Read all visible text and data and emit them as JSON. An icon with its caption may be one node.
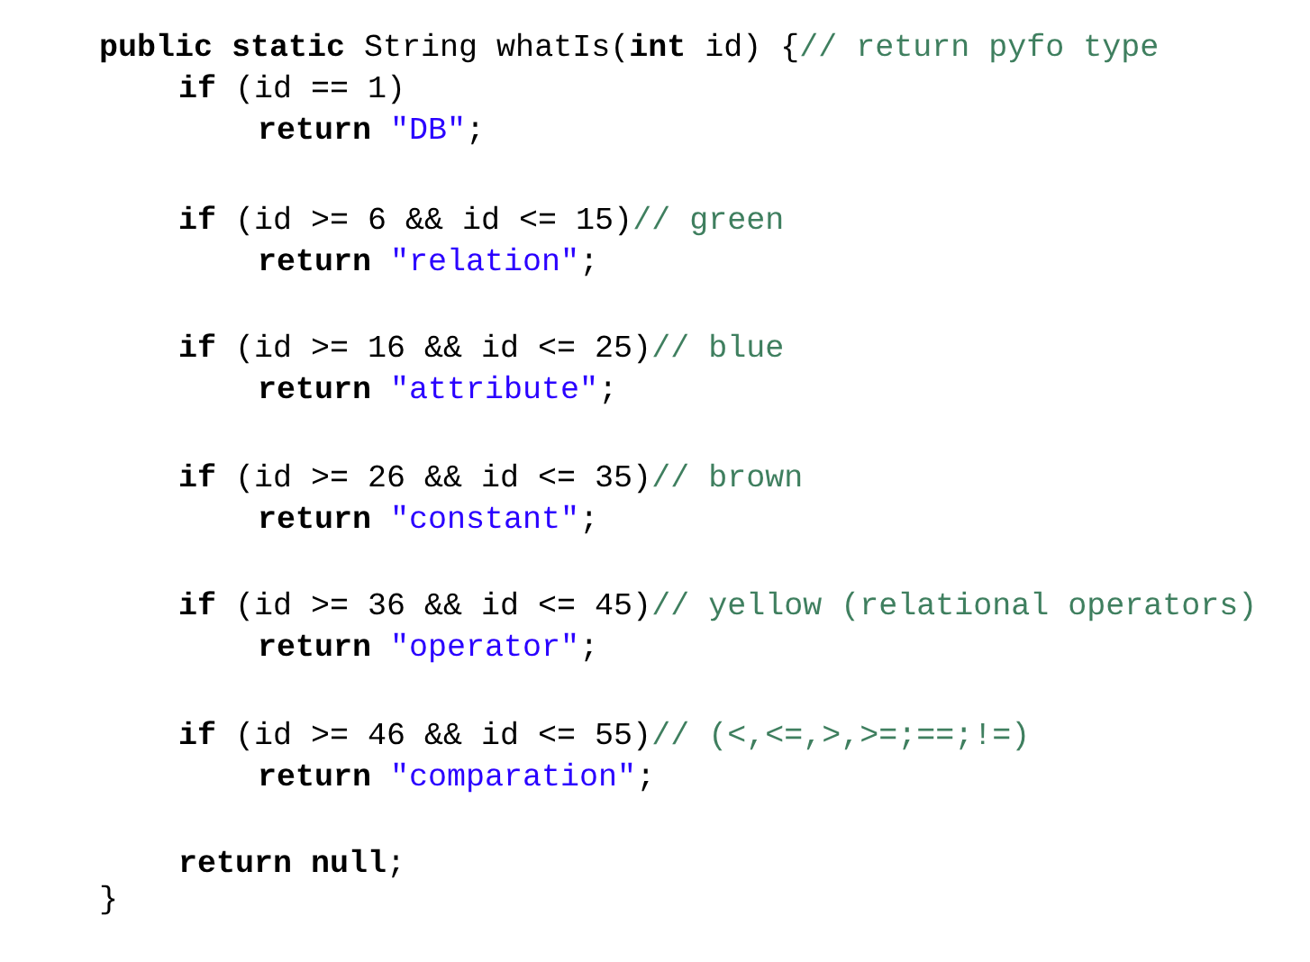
{
  "diagram": {
    "labels": [
      "**public** **static** String whatIs(**int** id) {// return pyfo type",
      "**if** (id == 1)",
      "**return** \"DB\";",
      "**if** (id >= 6 && id <= 15)// green",
      "**return** \"relation\";",
      "**if** (id >= 16 && id <= 25)// blue",
      "**return** \"attribute\";",
      "**if** (id >= 26 && id <= 35)// brown",
      "**return** \"constant\";",
      "**if** (id >= 36 && id <= 45)// yellow (relational operators)",
      "**return** \"operator\";",
      "**if** (id >= 46 && id <= 55)// (<,<=,>,>=;==;!=)",
      "**return** \"comparation\";",
      "**return** **null**;",
      "}"
    ]
  }
}
